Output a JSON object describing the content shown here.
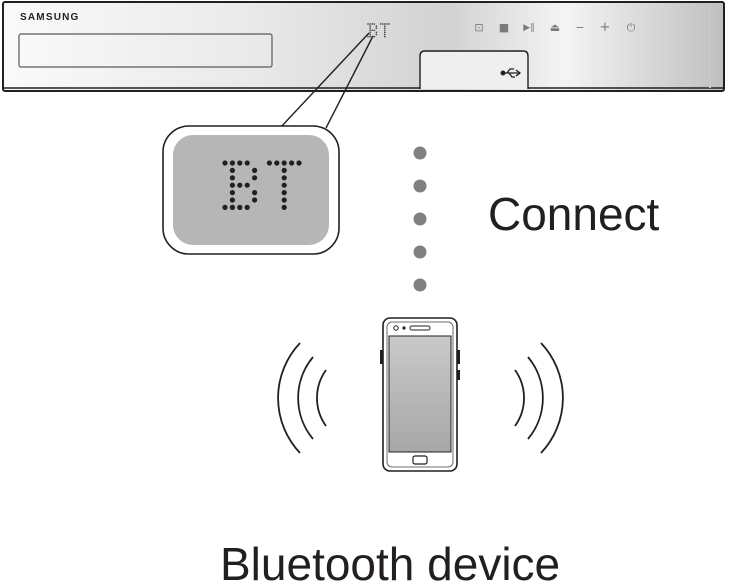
{
  "device": {
    "brand": "SAMSUNG",
    "panel_display_text": "BT",
    "zoom_display_text": "BT",
    "buttons": [
      {
        "name": "function",
        "glyph": "⊡"
      },
      {
        "name": "stop",
        "glyph": "■"
      },
      {
        "name": "play-pause",
        "glyph": "▶‖"
      },
      {
        "name": "eject",
        "glyph": "⏏"
      },
      {
        "name": "volume-down",
        "glyph": "−"
      },
      {
        "name": "volume-up",
        "glyph": "+"
      },
      {
        "name": "power",
        "glyph": "⏻"
      }
    ],
    "usb_icon": "usb-icon"
  },
  "labels": {
    "connect": "Connect",
    "bluetooth_device": "Bluetooth device"
  },
  "colors": {
    "ink": "#231f20",
    "lcd_gray": "#b6b6b6",
    "dot_gray": "#808080",
    "panel_light": "#f2f2f2",
    "panel_dark": "#bdbdbd"
  }
}
